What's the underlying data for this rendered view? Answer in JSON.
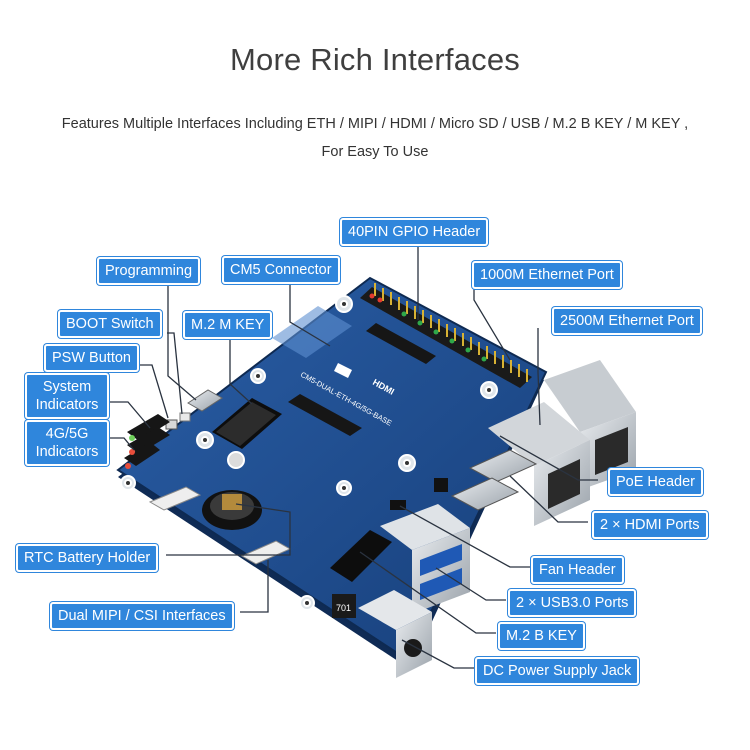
{
  "header": {
    "title": "More Rich Interfaces",
    "subtitle_line1": "Features Multiple Interfaces Including ETH / MIPI / HDMI / Micro SD / USB / M.2 B KEY / M KEY ,",
    "subtitle_line2": "For Easy To Use"
  },
  "board": {
    "silkscreen_main": "CM5-DUAL-ETH-4G/5G-BASE",
    "silkscreen_hdmi": "HDMI",
    "silkscreen_part": "701"
  },
  "callouts": {
    "gpio_header": "40PIN GPIO Header",
    "cm5_connector": "CM5 Connector",
    "programming": "Programming",
    "eth_1000m": "1000M Ethernet Port",
    "boot_switch": "BOOT Switch",
    "m2_m_key": "M.2 M KEY",
    "eth_2500m": "2500M Ethernet Port",
    "psw_button": "PSW Button",
    "system_indicators_l1": "System",
    "system_indicators_l2": "Indicators",
    "cellular_indicators_l1": "4G/5G",
    "cellular_indicators_l2": "Indicators",
    "poe_header": "PoE Header",
    "hdmi_ports": "2 × HDMI Ports",
    "rtc_battery": "RTC Battery Holder",
    "fan_header": "Fan Header",
    "usb3_ports": "2 × USB3.0 Ports",
    "mipi_csi": "Dual MIPI / CSI Interfaces",
    "m2_b_key": "M.2 B KEY",
    "dc_jack": "DC Power Supply Jack"
  },
  "colors": {
    "callout": "#2f86dc",
    "pcb": "#1f4f93",
    "leader": "#2a3340"
  }
}
